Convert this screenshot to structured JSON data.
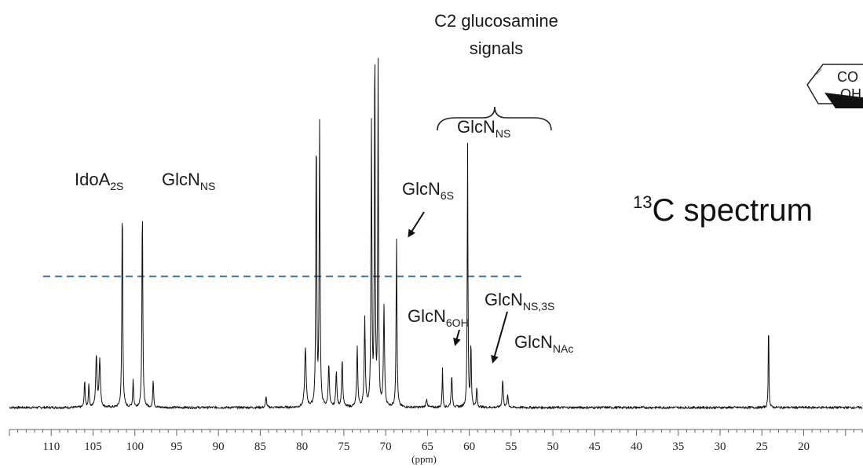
{
  "chart_data": {
    "type": "line",
    "title": "",
    "xlabel": "(ppm)",
    "ylabel": "",
    "xlim": [
      115,
      13
    ],
    "x_reversed": true,
    "grid": false,
    "legend": "none",
    "x_ticks": [
      110,
      105,
      100,
      95,
      90,
      85,
      80,
      75,
      70,
      65,
      60,
      55,
      50,
      45,
      40,
      35,
      30,
      25,
      20
    ],
    "x_tick_labels": [
      "110",
      "105",
      "100",
      "95",
      "90",
      "85",
      "80",
      "75",
      "70",
      "65",
      "60",
      "55",
      "50",
      "45",
      "40",
      "35",
      "30",
      "25",
      "20"
    ],
    "colors": {
      "trace": "#111111",
      "threshold_line": "#4a7fb5"
    },
    "peaks": [
      {
        "ppm": 106.0,
        "height": 0.07,
        "width": 0.12
      },
      {
        "ppm": 105.5,
        "height": 0.06,
        "width": 0.12
      },
      {
        "ppm": 104.6,
        "height": 0.13,
        "width": 0.18
      },
      {
        "ppm": 104.2,
        "height": 0.12,
        "width": 0.18
      },
      {
        "ppm": 101.5,
        "height": 0.52,
        "width": 0.12
      },
      {
        "ppm": 100.2,
        "height": 0.07,
        "width": 0.12
      },
      {
        "ppm": 99.1,
        "height": 0.51,
        "width": 0.12
      },
      {
        "ppm": 97.8,
        "height": 0.07,
        "width": 0.12
      },
      {
        "ppm": 84.3,
        "height": 0.03,
        "width": 0.12
      },
      {
        "ppm": 79.6,
        "height": 0.15,
        "width": 0.2
      },
      {
        "ppm": 78.3,
        "height": 0.7,
        "width": 0.12
      },
      {
        "ppm": 77.9,
        "height": 0.7,
        "width": 0.12
      },
      {
        "ppm": 76.8,
        "height": 0.11,
        "width": 0.15
      },
      {
        "ppm": 75.9,
        "height": 0.09,
        "width": 0.15
      },
      {
        "ppm": 75.2,
        "height": 0.12,
        "width": 0.15
      },
      {
        "ppm": 73.4,
        "height": 0.15,
        "width": 0.15
      },
      {
        "ppm": 72.5,
        "height": 0.22,
        "width": 0.15
      },
      {
        "ppm": 71.7,
        "height": 0.7,
        "width": 0.12
      },
      {
        "ppm": 71.3,
        "height": 0.97,
        "width": 0.1
      },
      {
        "ppm": 70.9,
        "height": 0.85,
        "width": 0.1
      },
      {
        "ppm": 70.2,
        "height": 0.25,
        "width": 0.15
      },
      {
        "ppm": 68.7,
        "height": 0.42,
        "width": 0.12
      },
      {
        "ppm": 65.1,
        "height": 0.02,
        "width": 0.2
      },
      {
        "ppm": 63.2,
        "height": 0.1,
        "width": 0.1
      },
      {
        "ppm": 62.1,
        "height": 0.08,
        "width": 0.15
      },
      {
        "ppm": 60.2,
        "height": 0.66,
        "width": 0.1
      },
      {
        "ppm": 59.8,
        "height": 0.16,
        "width": 0.12
      },
      {
        "ppm": 59.1,
        "height": 0.05,
        "width": 0.12
      },
      {
        "ppm": 56.0,
        "height": 0.07,
        "width": 0.15
      },
      {
        "ppm": 55.4,
        "height": 0.03,
        "width": 0.15
      },
      {
        "ppm": 24.2,
        "height": 0.24,
        "width": 0.08
      }
    ],
    "annotations": [
      {
        "id": "idoa2s",
        "text": "IdoA",
        "sub": "2S"
      },
      {
        "id": "glcnns_a",
        "text": "GlcN",
        "sub": "NS"
      },
      {
        "id": "glcn6s",
        "text": "GlcN",
        "sub": "6S"
      },
      {
        "id": "glcnns_b",
        "text": "GlcN",
        "sub": "NS"
      },
      {
        "id": "glcn6oh",
        "text": "GlcN",
        "sub": "6OH"
      },
      {
        "id": "glcnns3s",
        "text": "GlcN",
        "sub": "NS,3S"
      },
      {
        "id": "glcnnac",
        "text": "GlcN",
        "sub": "NAc"
      },
      {
        "id": "c2_line1",
        "text": "C2 glucosamine"
      },
      {
        "id": "c2_line2",
        "text": "signals"
      }
    ],
    "spectrum_label": {
      "sup": "13",
      "text": "C spectrum"
    },
    "corner_structure_text": "CO OH"
  }
}
